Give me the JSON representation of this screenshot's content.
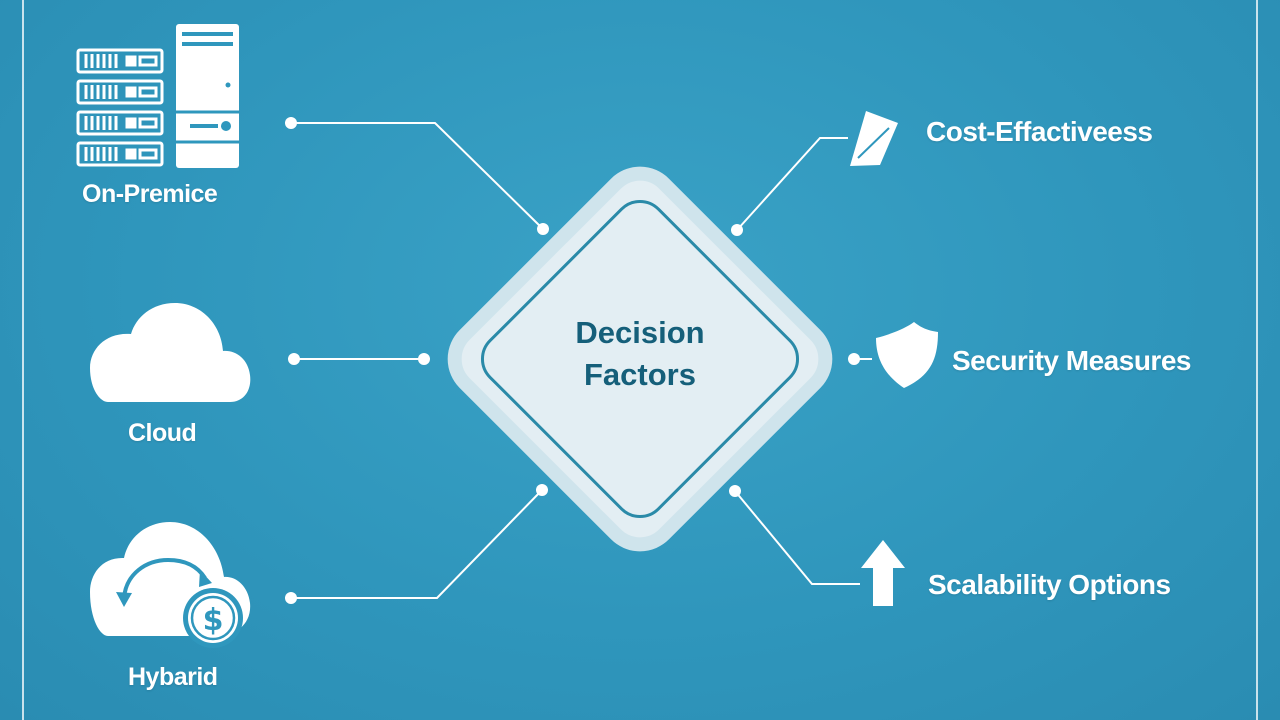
{
  "center": {
    "line1": "Decision",
    "line2": "Factors"
  },
  "left_options": [
    {
      "label": "On-Premice",
      "icon": "server-rack-icon"
    },
    {
      "label": "Cloud",
      "icon": "cloud-icon"
    },
    {
      "label": "Hybarid",
      "icon": "hybrid-cloud-dollar-icon"
    }
  ],
  "right_factors": [
    {
      "label": "Cost-Effactiveess",
      "icon": "tag-icon"
    },
    {
      "label": "Security Measures",
      "icon": "shield-icon"
    },
    {
      "label": "Scalability Options",
      "icon": "arrow-up-icon"
    }
  ],
  "colors": {
    "background": "#2f97bd",
    "diamond_fill": "#e6eff3",
    "diamond_border": "#2a8aa8",
    "title_text": "#155f7a",
    "lines": "#ffffff"
  }
}
